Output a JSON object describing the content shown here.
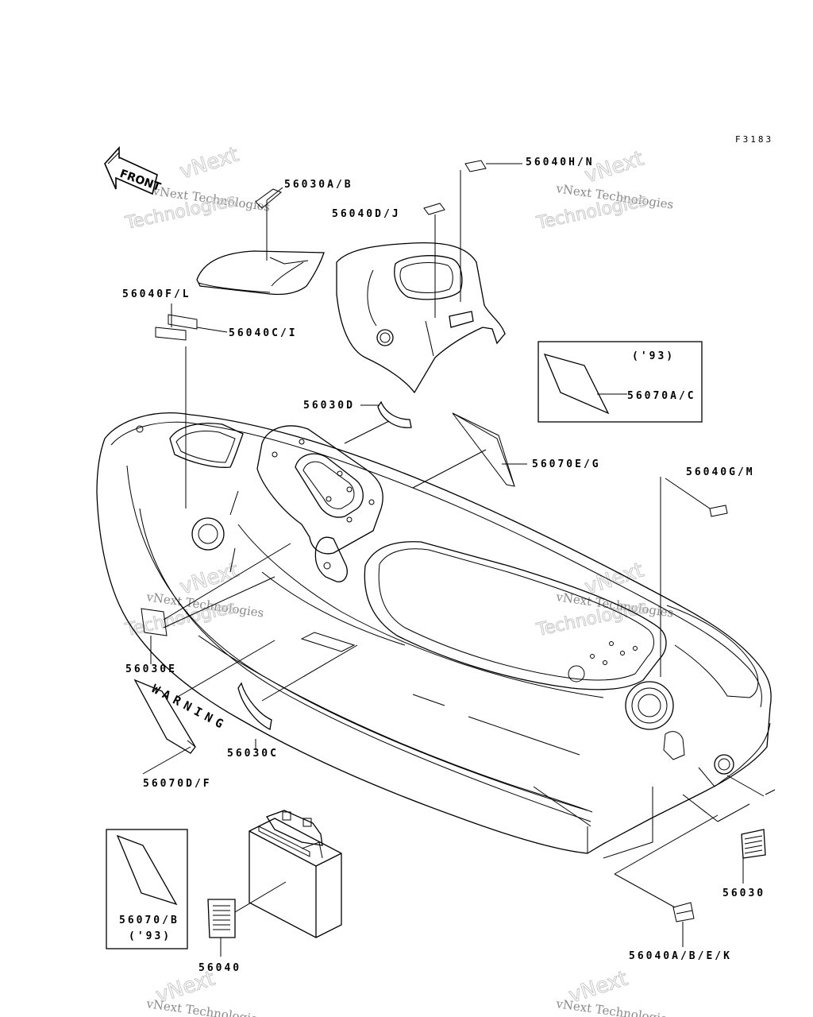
{
  "figure_code": "F3183",
  "front_label": "FRONT",
  "warning_text": "WARNING",
  "watermark": {
    "line1": "vNext Technologies",
    "line2": "vNext",
    "line3": "Technologies"
  },
  "labels": {
    "p56030AB": "56030A/B",
    "p56040HN": "56040H/N",
    "p56040DJ": "56040D/J",
    "p56040FL": "56040F/L",
    "p56040CI": "56040C/I",
    "p56030D": "56030D",
    "p56070AC": "56070A/C",
    "p56070AC_year": "('93)",
    "p56070EG": "56070E/G",
    "p56040GM": "56040G/M",
    "p56030E": "56030E",
    "p56030C": "56030C",
    "p56070DF": "56070D/F",
    "p56070B": "56070/B",
    "p56070B_year": "('93)",
    "p56040": "56040",
    "p56030": "56030",
    "p56040ABEK": "56040A/B/E/K"
  }
}
